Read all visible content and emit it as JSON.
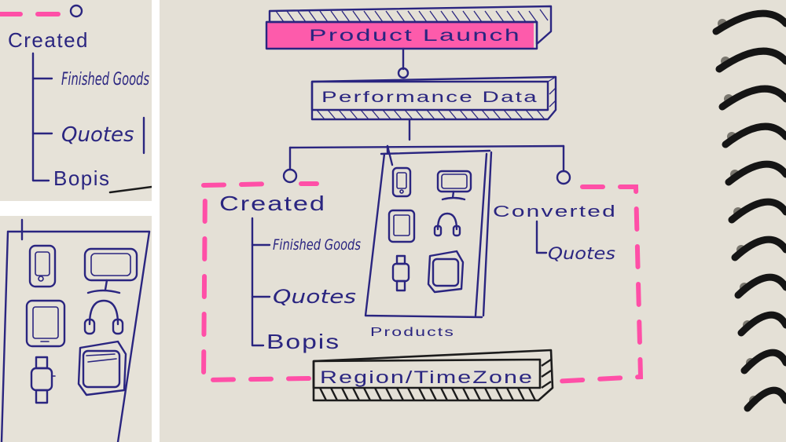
{
  "title": "Product Launch",
  "performance_label": "Performance Data",
  "created": {
    "label": "Created",
    "items": [
      "Finished Goods",
      "Quotes",
      "Bopis"
    ]
  },
  "converted": {
    "label": "Converted",
    "items": [
      "Quotes"
    ]
  },
  "products_label": "Products",
  "products_icons": [
    "phone-icon",
    "monitor-icon",
    "tablet-icon",
    "headphones-icon",
    "watch-icon",
    "tv-box-icon"
  ],
  "region_label": "Region/TimeZone",
  "zoom_created": {
    "label": "Created",
    "items": [
      "Finished Goods",
      "Quotes",
      "Bopis"
    ]
  },
  "colors": {
    "ink": "#2a2580",
    "highlight": "#ff4fa7",
    "marker": "#1c1c1c",
    "paper": "#e4e0d6"
  }
}
